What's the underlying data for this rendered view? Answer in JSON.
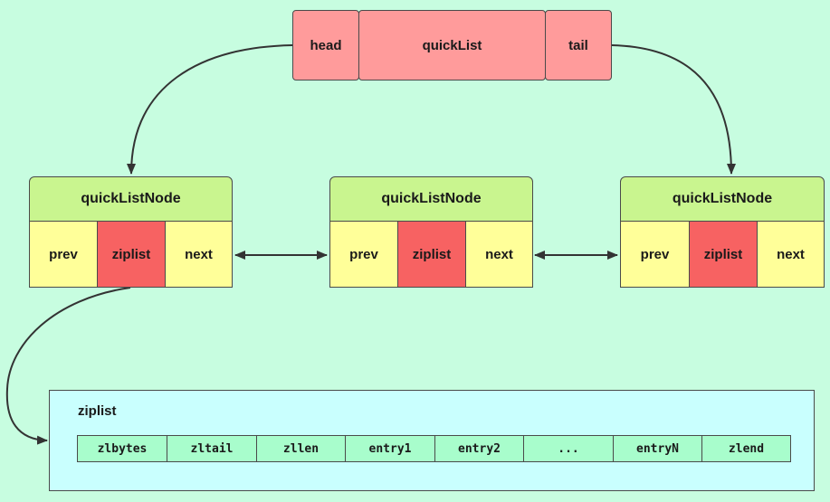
{
  "quicklist": {
    "head": "head",
    "title": "quickList",
    "tail": "tail"
  },
  "nodes": [
    {
      "title": "quickListNode",
      "prev": "prev",
      "ziplist": "ziplist",
      "next": "next"
    },
    {
      "title": "quickListNode",
      "prev": "prev",
      "ziplist": "ziplist",
      "next": "next"
    },
    {
      "title": "quickListNode",
      "prev": "prev",
      "ziplist": "ziplist",
      "next": "next"
    }
  ],
  "ziplist": {
    "title": "ziplist",
    "cells": [
      "zlbytes",
      "zltail",
      "zllen",
      "entry1",
      "entry2",
      "...",
      "entryN",
      "zlend"
    ]
  },
  "colors": {
    "background": "#c7fde0",
    "quicklist_fill": "#ff9b9b",
    "node_header": "#c9f58f",
    "pointer_field": "#ffff99",
    "ziplist_field": "#f76262",
    "ziplist_panel": "#c9fffe",
    "ziplist_cell": "#a8fdcc"
  }
}
